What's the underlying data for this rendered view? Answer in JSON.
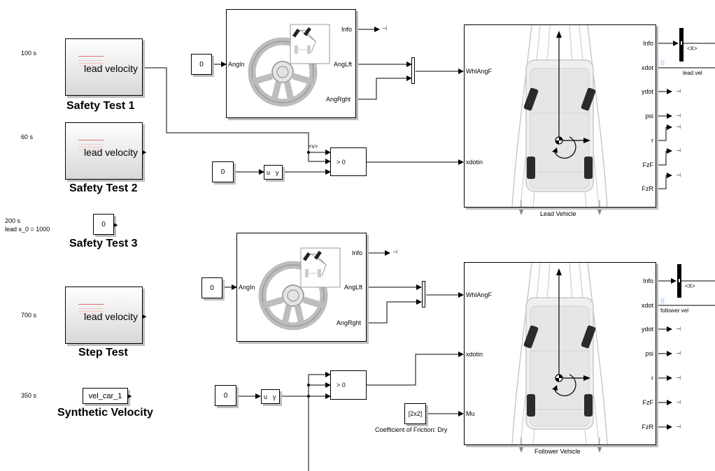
{
  "notes": {
    "test1_time": "100 s",
    "test2_time": "60 s",
    "test3_time": "200 s\nlead x_0 = 1000",
    "step_time": "700 s",
    "synth_time": "350 s"
  },
  "scenarios": {
    "test1": {
      "signal_label": "lead velocity",
      "name": "Safety Test 1"
    },
    "test2": {
      "signal_label": "lead velocity",
      "name": "Safety Test 2"
    },
    "test3": {
      "value": "0",
      "name": "Safety Test 3"
    },
    "step": {
      "signal_label": "lead velocity",
      "name": "Step Test"
    },
    "synthetic": {
      "from_label": "vel_car_1",
      "name": "Synthetic Velocity"
    }
  },
  "lead": {
    "steer_const": "0",
    "steering": {
      "in": "AngIn",
      "out_info": "Info",
      "out_left": "AngLft",
      "out_right": "AngRght"
    },
    "bus_label": "<v>",
    "switch_label": "> 0",
    "switch_const": "0",
    "uy": {
      "u": "u",
      "y": "y"
    },
    "vehicle": {
      "name": "Lead Vehicle",
      "in_whl": "WhlAngF",
      "in_xdot": "xdotin",
      "outs": [
        "Info",
        "xdot",
        "ydot",
        "psi",
        "r",
        "FzF",
        "FzR"
      ]
    },
    "selector": "<X>",
    "vel_label": "lead vel"
  },
  "follower": {
    "steer_const": "0",
    "steering": {
      "in": "AngIn",
      "out_info": "Info",
      "out_left": "AngLft",
      "out_right": "AngRght"
    },
    "switch_label": "> 0",
    "switch_const": "0",
    "uy": {
      "u": "u",
      "y": "y"
    },
    "friction_value": "[2x2]",
    "friction_name": "Coefficient of Friction: Dry",
    "vehicle": {
      "name": "Follower Vehicle",
      "in_whl": "WhlAngF",
      "in_xdot": "xdotin",
      "in_mu": "Mu",
      "outs": [
        "Info",
        "xdot",
        "ydot",
        "psi",
        "r",
        "FzF",
        "FzR"
      ]
    },
    "selector": "<X>",
    "vel_label": "follower vel"
  },
  "icons": {
    "steering": "steering-wheel-icon",
    "vehicle": "vehicle-top-view-icon",
    "terminator": "terminator-icon",
    "bus_selector": "bus-selector-icon",
    "wifi": "wireless-signal-icon"
  }
}
